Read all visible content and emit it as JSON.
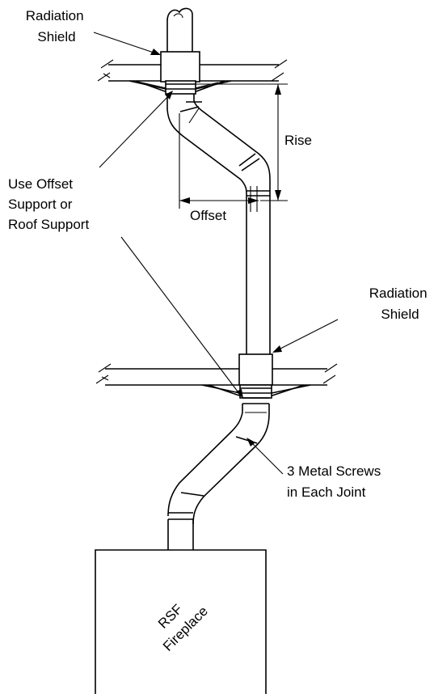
{
  "labels": {
    "radiation_shield_top": [
      "Radiation",
      "Shield"
    ],
    "use_offset_support": [
      "Use Offset",
      "Support or",
      "Roof Support"
    ],
    "rise": "Rise",
    "offset": "Offset",
    "radiation_shield_mid": [
      "Radiation",
      "Shield"
    ],
    "metal_screws": [
      "3 Metal Screws",
      "in Each Joint"
    ],
    "fireplace": [
      "RSF",
      "Fireplace"
    ]
  }
}
